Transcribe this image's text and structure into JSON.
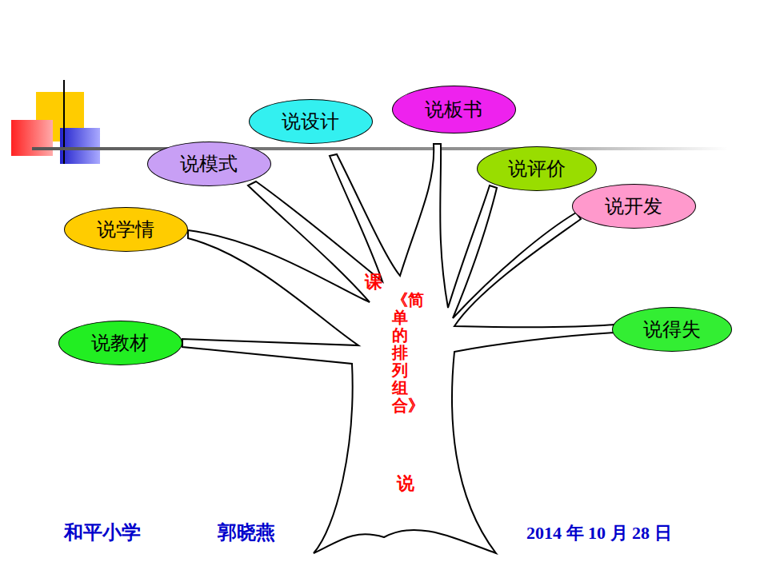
{
  "diagram": {
    "nodes": [
      {
        "text": [
          "说教材"
        ]
      },
      {
        "text": [
          "说学情"
        ]
      },
      {
        "text": [
          "说模式"
        ]
      },
      {
        "text": [
          "说设计"
        ]
      },
      {
        "text": [
          "说板书"
        ]
      },
      {
        "text": [
          "说评价"
        ]
      },
      {
        "text": [
          "说开发"
        ]
      },
      {
        "text": [
          "说得失"
        ]
      }
    ],
    "labels": [
      "课",
      "《简单的排列组合》",
      "说",
      "和平小学",
      "郭晓燕",
      "2014 年 10 月 28 日"
    ]
  }
}
